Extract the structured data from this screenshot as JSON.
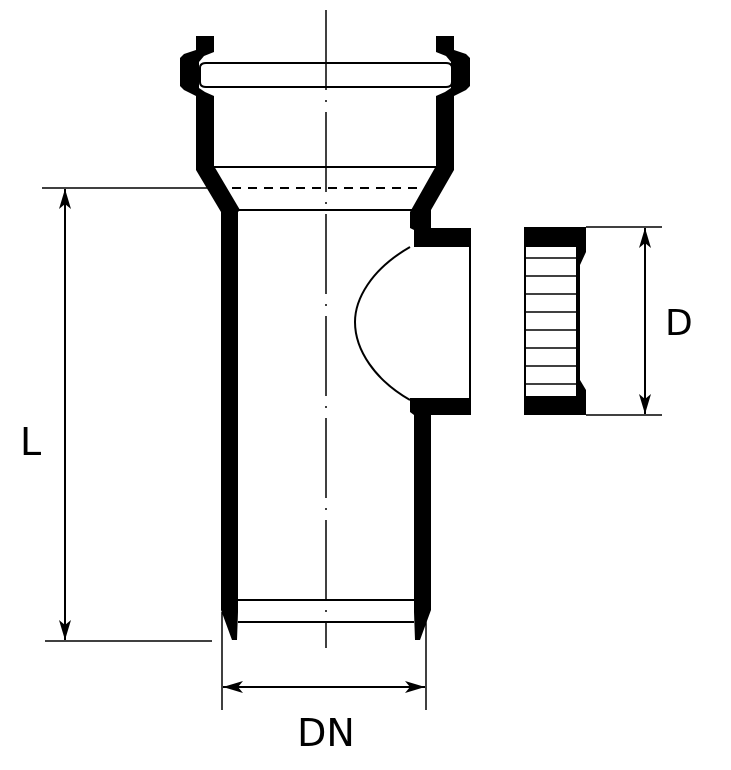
{
  "labels": {
    "length": "L",
    "nominal_diameter": "DN",
    "branch_diameter": "D"
  },
  "colors": {
    "line": "#000000",
    "background": "#ffffff"
  }
}
